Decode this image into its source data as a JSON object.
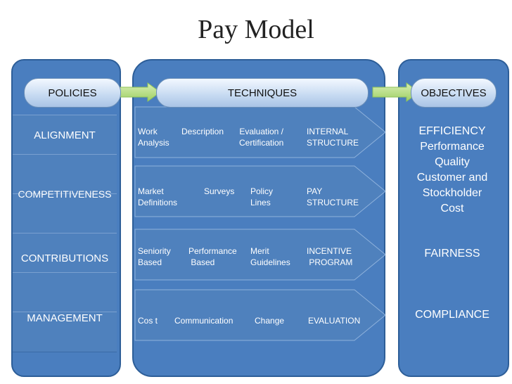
{
  "title": "Pay Model",
  "headers": {
    "policies": "POLICIES",
    "techniques": "TECHNIQUES",
    "objectives": "OBJECTIVES"
  },
  "policies": [
    "ALIGNMENT",
    "COMPETITIVENESS",
    "CONTRIBUTIONS",
    "MANAGEMENT"
  ],
  "techniques": [
    [
      "Work\nAnalysis",
      "Description",
      "Evaluation /\nCertification",
      "INTERNAL\nSTRUCTURE"
    ],
    [
      "Market\nDefinitions",
      "Surveys",
      "Policy\nLines",
      "PAY\nSTRUCTURE"
    ],
    [
      "Seniority\nBased",
      "Performance\n Based",
      "Merit\nGuidelines",
      "INCENTIVE\n PROGRAM"
    ],
    [
      "Cos t",
      "Communication",
      "Change",
      "EVALUATION"
    ]
  ],
  "objectives": {
    "efficiency": "EFFICIENCY\nPerformance\nQuality\nCustomer and\nStockholder\nCost",
    "fairness": "FAIRNESS",
    "compliance": "COMPLIANCE"
  },
  "colors": {
    "panel": "#4a7ebf",
    "panel_border": "#2d5e98",
    "arrow_green": "#b6dd7e"
  }
}
